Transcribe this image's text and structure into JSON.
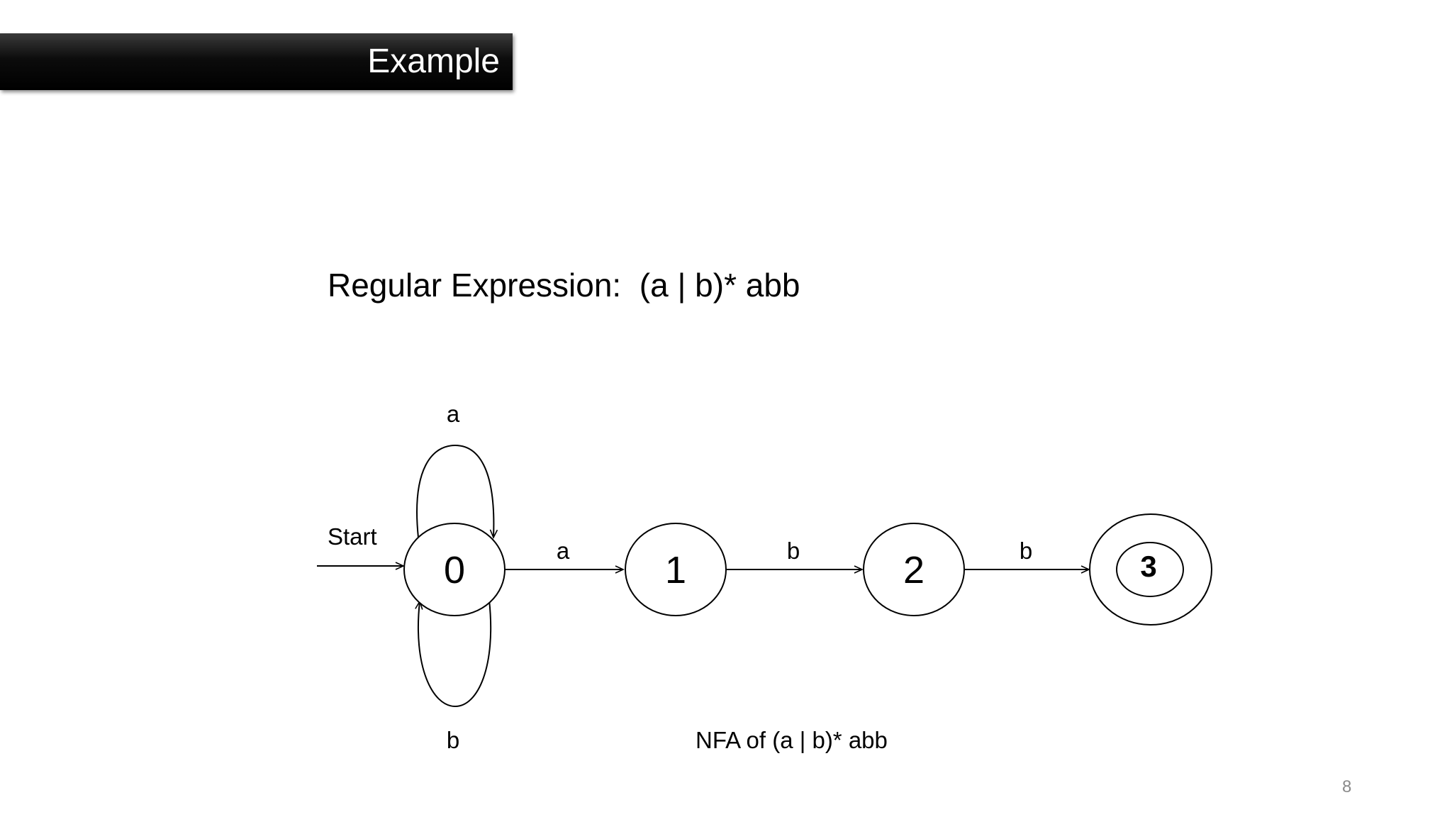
{
  "slide": {
    "title": "Example",
    "regex_line": "Regular Expression:  (a | b)* abb",
    "caption": "NFA of (a | b)* abb",
    "page_number": "8"
  },
  "nfa": {
    "start_label": "Start",
    "states": [
      {
        "id": "0",
        "label": "0",
        "accepting": false,
        "start": true
      },
      {
        "id": "1",
        "label": "1",
        "accepting": false,
        "start": false
      },
      {
        "id": "2",
        "label": "2",
        "accepting": false,
        "start": false
      },
      {
        "id": "3",
        "label": "3",
        "accepting": true,
        "start": false
      }
    ],
    "transitions": [
      {
        "from": "0",
        "to": "0",
        "symbol": "a"
      },
      {
        "from": "0",
        "to": "0",
        "symbol": "b"
      },
      {
        "from": "0",
        "to": "1",
        "symbol": "a"
      },
      {
        "from": "1",
        "to": "2",
        "symbol": "b"
      },
      {
        "from": "2",
        "to": "3",
        "symbol": "b"
      }
    ]
  }
}
